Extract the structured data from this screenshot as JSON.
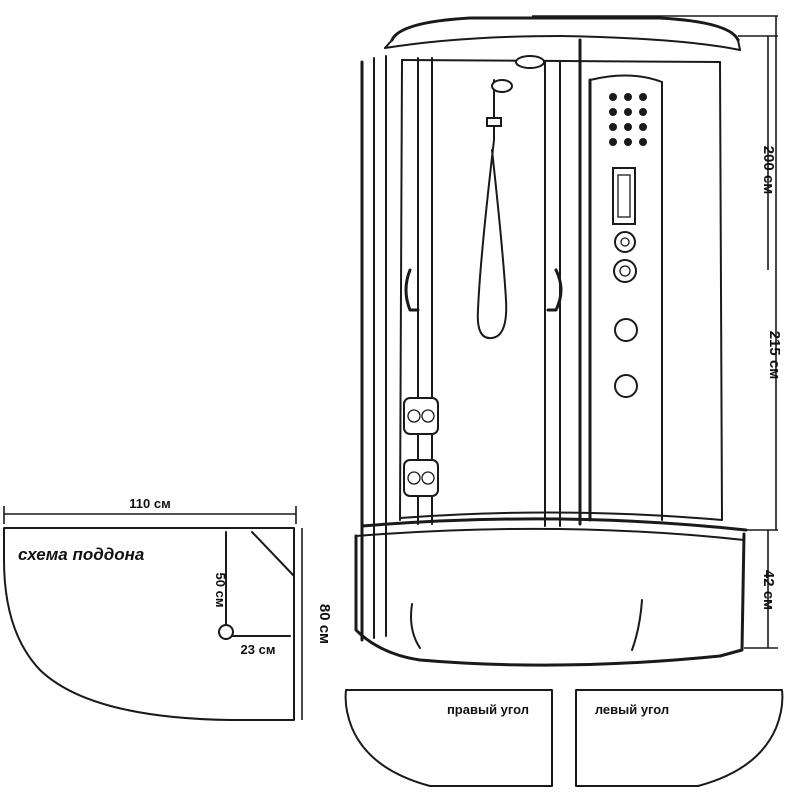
{
  "dimensions": {
    "height_top": "200 см",
    "height_total": "215 см",
    "tray_height": "42 см",
    "tray_width": "110 см",
    "tray_depth": "80 см",
    "side_short": "50 см",
    "drain_offset": "23 см"
  },
  "labels": {
    "tray_scheme": "схема поддона",
    "right_corner": "правый угол",
    "left_corner": "левый угол"
  }
}
